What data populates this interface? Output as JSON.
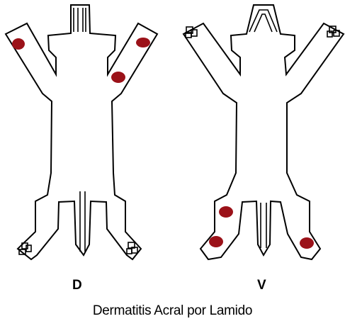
{
  "views": {
    "dorsal": {
      "label": "D"
    },
    "ventral": {
      "label": "V"
    }
  },
  "caption": "Dermatitis Acral por Lamido",
  "colors": {
    "lesion": "#9b1219",
    "outline": "#000000",
    "background": "#ffffff"
  }
}
